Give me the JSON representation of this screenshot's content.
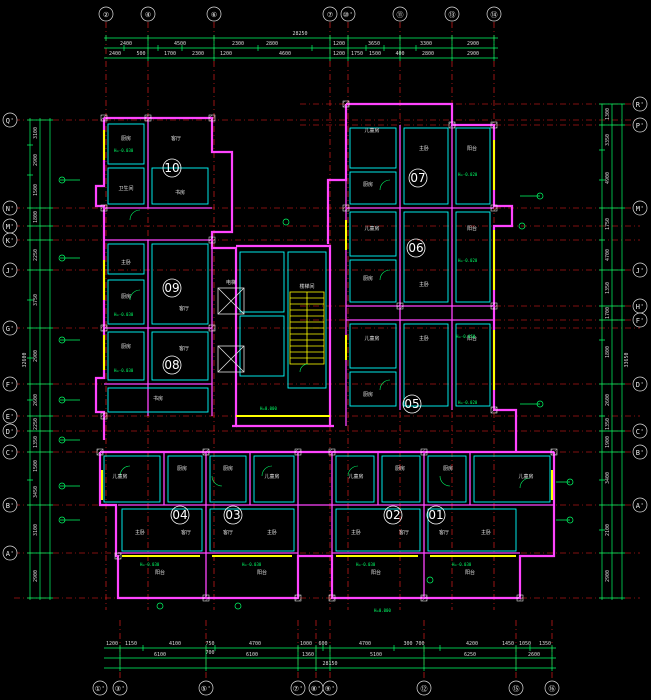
{
  "colors": {
    "background": "#000000",
    "wall": "#ff44ff",
    "wall_secondary": "#00ffff",
    "axis": "#ff2020",
    "dimension": "#00ff66",
    "highlight": "#ffff00",
    "text": "#e0e0e0"
  },
  "axes_top": [
    "②",
    "④",
    "⑥",
    "⑦",
    "⑩'",
    "⑪",
    "⑬",
    "⑭"
  ],
  "axes_bottom": [
    "①'",
    "③'",
    "⑤'",
    "⑦'",
    "⑧'",
    "⑨'",
    "⑫",
    "⑮",
    "⑯"
  ],
  "axes_left": [
    "Q'",
    "N'",
    "M'",
    "K'",
    "J'",
    "G'",
    "F'",
    "E'",
    "D'",
    "C'",
    "B'",
    "A'"
  ],
  "axes_right": [
    "R'",
    "P'",
    "M'",
    "J'",
    "H'",
    "F'",
    "D'",
    "C'",
    "B'",
    "A'"
  ],
  "top_dims": {
    "overall": "28250",
    "row1": [
      "2400",
      "4500",
      "2300",
      "2800",
      "1200",
      "3650",
      "3300",
      "2900"
    ],
    "row2": [
      "2400",
      "500",
      "1700",
      "2300",
      "1200",
      "4600",
      "1200",
      "1750",
      "1500",
      "400",
      "2800",
      "2900"
    ]
  },
  "bottom_dims": {
    "overall": "28150",
    "row1": [
      "1200",
      "1150",
      "4100",
      "750",
      "4700",
      "1000",
      "600",
      "4700",
      "300",
      "700",
      "4200",
      "1450",
      "1050",
      "1350"
    ],
    "row2": [
      "6100",
      "700",
      "6100",
      "1360",
      "5100",
      "6250",
      "2600"
    ]
  },
  "left_dims": {
    "overall": "32600",
    "segments": [
      "3100",
      "2900",
      "1500",
      "1800",
      "2250",
      "3750",
      "2900",
      "2600",
      "2250",
      "1350",
      "1500",
      "3450",
      "3100",
      "2900"
    ]
  },
  "right_dims": {
    "overall": "33650",
    "segments": [
      "1300",
      "3350",
      "4900",
      "1750",
      "4700",
      "1350",
      "1700",
      "1800",
      "2600",
      "1350",
      "1900",
      "3400",
      "2100",
      "2900"
    ]
  },
  "units": [
    "10",
    "09",
    "08",
    "07",
    "06",
    "05",
    "04",
    "03",
    "02",
    "01"
  ],
  "rooms": {
    "living": "客厅",
    "bed": "主卧",
    "kitchen": "厨房",
    "balcony": "阳台",
    "bath": "卫生间",
    "child": "儿童房",
    "study": "书房",
    "stair": "楼梯间",
    "elevator": "电梯"
  },
  "elevations": [
    "H=-0.030",
    "H=-0.020",
    "H=-0.050",
    "H=0.000"
  ]
}
